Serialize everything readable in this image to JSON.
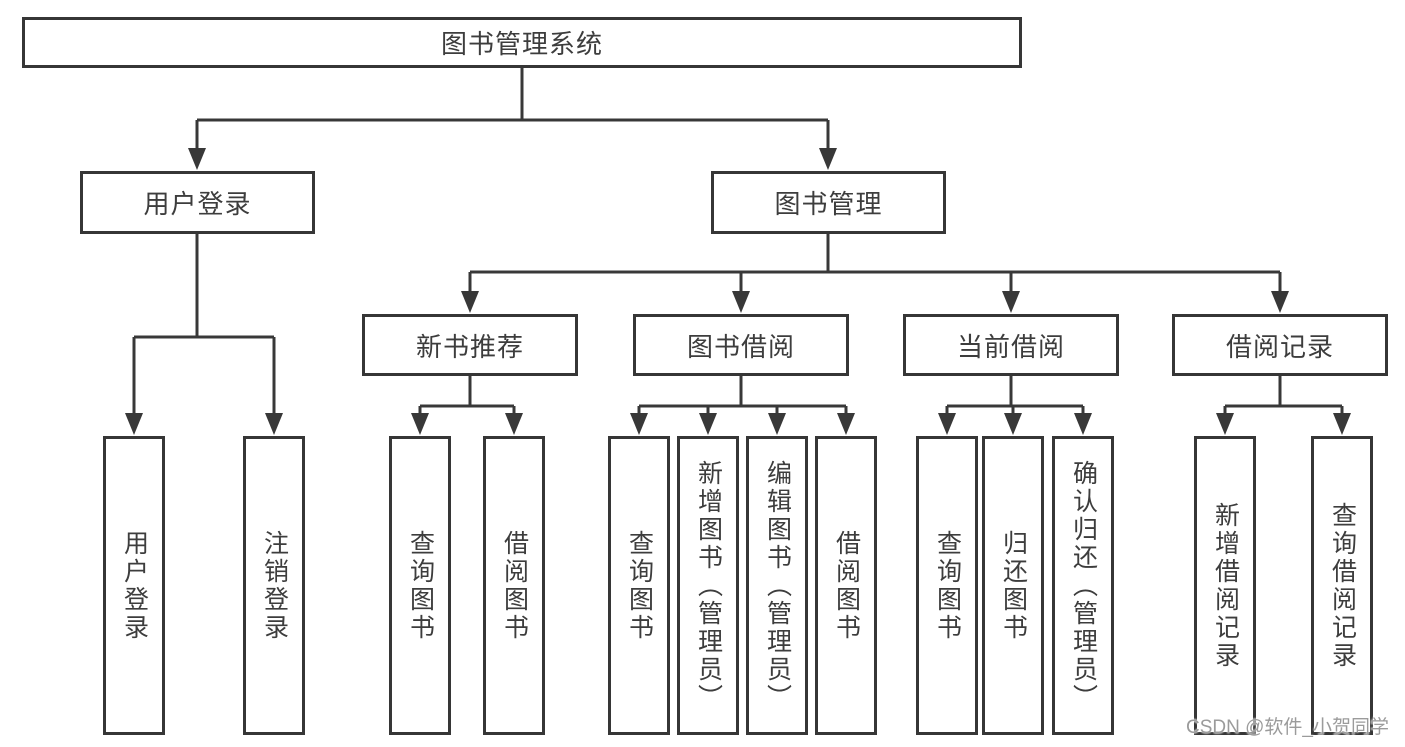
{
  "tree": {
    "root": {
      "label": "图书管理系统",
      "children": [
        {
          "label": "用户登录",
          "children": [
            {
              "label": "用户登录"
            },
            {
              "label": "注销登录"
            }
          ]
        },
        {
          "label": "图书管理",
          "children": [
            {
              "label": "新书推荐",
              "children": [
                {
                  "label": "查询图书"
                },
                {
                  "label": "借阅图书"
                }
              ]
            },
            {
              "label": "图书借阅",
              "children": [
                {
                  "label": "查询图书"
                },
                {
                  "label": "新增图书（管理员）"
                },
                {
                  "label": "编辑图书（管理员）"
                },
                {
                  "label": "借阅图书"
                }
              ]
            },
            {
              "label": "当前借阅",
              "children": [
                {
                  "label": "查询图书"
                },
                {
                  "label": "归还图书"
                },
                {
                  "label": "确认归还（管理员）"
                }
              ]
            },
            {
              "label": "借阅记录",
              "children": [
                {
                  "label": "新增借阅记录"
                },
                {
                  "label": "查询借阅记录"
                }
              ]
            }
          ]
        }
      ]
    }
  },
  "watermark": {
    "text": "CSDN @软件_小贺同学",
    "color": "#9b9b9b"
  },
  "colors": {
    "background": "#ffffff",
    "line": "#383838",
    "box_border": "#363636",
    "label_text": "#3d3d3d"
  }
}
